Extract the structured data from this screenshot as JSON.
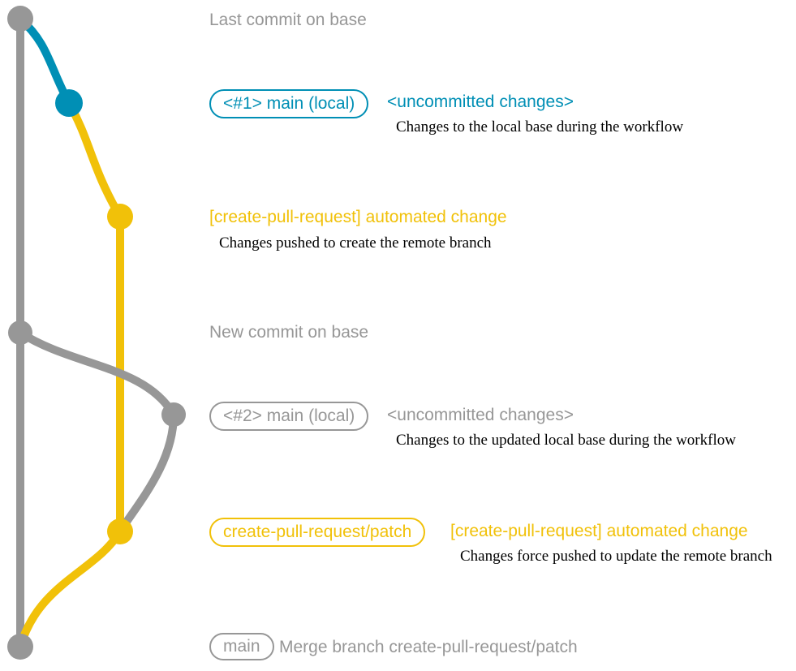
{
  "colors": {
    "base_gray": "#979797",
    "local_blue": "#008fb5",
    "remote_yellow": "#f1c109",
    "note_black": "#000000",
    "background": "#ffffff"
  },
  "graph": {
    "annotations": {
      "last_commit_label": "Last commit on base",
      "new_commit_label": "New commit on base"
    },
    "rows": {
      "local1": {
        "branch_tag": "<#1> main (local)",
        "message": "<uncommitted changes>",
        "note": "Changes to the local base during the workflow"
      },
      "push1": {
        "message": "[create-pull-request] automated change",
        "note": "Changes pushed to create the remote branch"
      },
      "local2": {
        "branch_tag": "<#2> main (local)",
        "message": "<uncommitted changes>",
        "note": "Changes to the updated local base during the workflow"
      },
      "push2": {
        "branch_tag": "create-pull-request/patch",
        "message": "[create-pull-request] automated change",
        "note": "Changes force pushed to update the remote branch"
      },
      "merge": {
        "branch_tag": "main",
        "message": "Merge branch create-pull-request/patch"
      }
    }
  }
}
